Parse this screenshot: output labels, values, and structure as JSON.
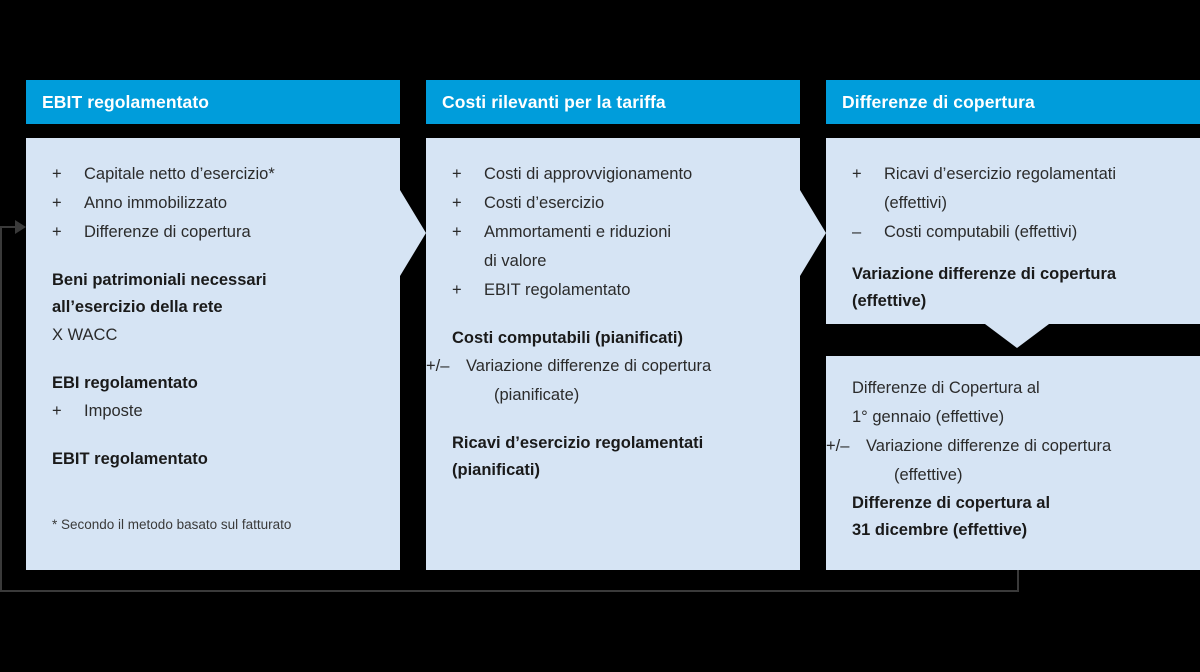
{
  "theme": {
    "background": "#000000",
    "header_blue": "#009DDB",
    "panel_blue": "#D6E4F4",
    "text_dark": "#2b2b2b",
    "connector_gray": "#3a3a3a"
  },
  "columns": [
    {
      "id": "ebit",
      "header": "EBIT regolamentato",
      "lines": [
        {
          "kind": "row",
          "sign": "+",
          "text": "Capitale netto d’esercizio*"
        },
        {
          "kind": "row",
          "sign": "+",
          "text": "Anno immobilizzato"
        },
        {
          "kind": "row",
          "sign": "+",
          "text": "Differenze di copertura"
        },
        {
          "kind": "gap",
          "size": "m"
        },
        {
          "kind": "strong",
          "text": "Beni patrimoniali necessari"
        },
        {
          "kind": "strong",
          "text": "all’esercizio della rete"
        },
        {
          "kind": "plain",
          "text": "X WACC"
        },
        {
          "kind": "gap",
          "size": "m"
        },
        {
          "kind": "strong",
          "text": "EBI regolamentato"
        },
        {
          "kind": "row",
          "sign": "+",
          "text": "Imposte"
        },
        {
          "kind": "gap",
          "size": "m"
        },
        {
          "kind": "strong",
          "text": "EBIT regolamentato"
        }
      ],
      "footnote": "* Secondo il metodo basato sul fatturato"
    },
    {
      "id": "costi",
      "header": "Costi rilevanti per la tariffa",
      "lines": [
        {
          "kind": "row",
          "sign": "+",
          "text": "Costi di approvvigionamento"
        },
        {
          "kind": "row",
          "sign": "+",
          "text": "Costi d’esercizio"
        },
        {
          "kind": "row",
          "sign": "+",
          "text": "Ammortamenti e riduzioni"
        },
        {
          "kind": "cont",
          "text": "di valore"
        },
        {
          "kind": "row",
          "sign": "+",
          "text": "EBIT regolamentato"
        },
        {
          "kind": "gap",
          "size": "m"
        },
        {
          "kind": "strong",
          "text": "Costi computabili (pianificati)"
        },
        {
          "kind": "row",
          "sign": "+/–",
          "wide": true,
          "text": "Variazione differenze di copertura"
        },
        {
          "kind": "cont2",
          "text": "(pianificate)"
        },
        {
          "kind": "gap",
          "size": "m"
        },
        {
          "kind": "strong",
          "text": "Ricavi d’esercizio regolamentati"
        },
        {
          "kind": "strong",
          "text": "(pianificati)"
        }
      ],
      "footnote": ""
    },
    {
      "id": "differenze-top",
      "header": "Differenze di copertura",
      "lines": [
        {
          "kind": "row",
          "sign": "+",
          "text": "Ricavi d’esercizio regolamentati"
        },
        {
          "kind": "cont",
          "text": "(effettivi)"
        },
        {
          "kind": "row",
          "sign": "–",
          "text": "Costi computabili (effettivi)"
        },
        {
          "kind": "gap",
          "size": "m"
        },
        {
          "kind": "strong",
          "text": "Variazione differenze di copertura"
        },
        {
          "kind": "strong",
          "text": "(effettive)"
        }
      ],
      "footnote": ""
    }
  ],
  "bottom_box": {
    "id": "differenze-bottom",
    "lines": [
      {
        "kind": "plain",
        "text": "Differenze di Copertura al"
      },
      {
        "kind": "plain",
        "text": "1° gennaio (effettive)"
      },
      {
        "kind": "row",
        "sign": "+/–",
        "wide": true,
        "text": "Variazione differenze di copertura"
      },
      {
        "kind": "cont2",
        "text": "(effettive)"
      },
      {
        "kind": "strong",
        "text": "Differenze di copertura al"
      },
      {
        "kind": "strong",
        "text": "31 dicembre (effettive)"
      }
    ]
  },
  "connectors": {
    "col1_to_col2": "chevron-right",
    "col2_to_col3": "chevron-right",
    "col3_top_to_bottom": "chevron-down",
    "feedback_loop": "bottom-box-back-to-col1"
  }
}
